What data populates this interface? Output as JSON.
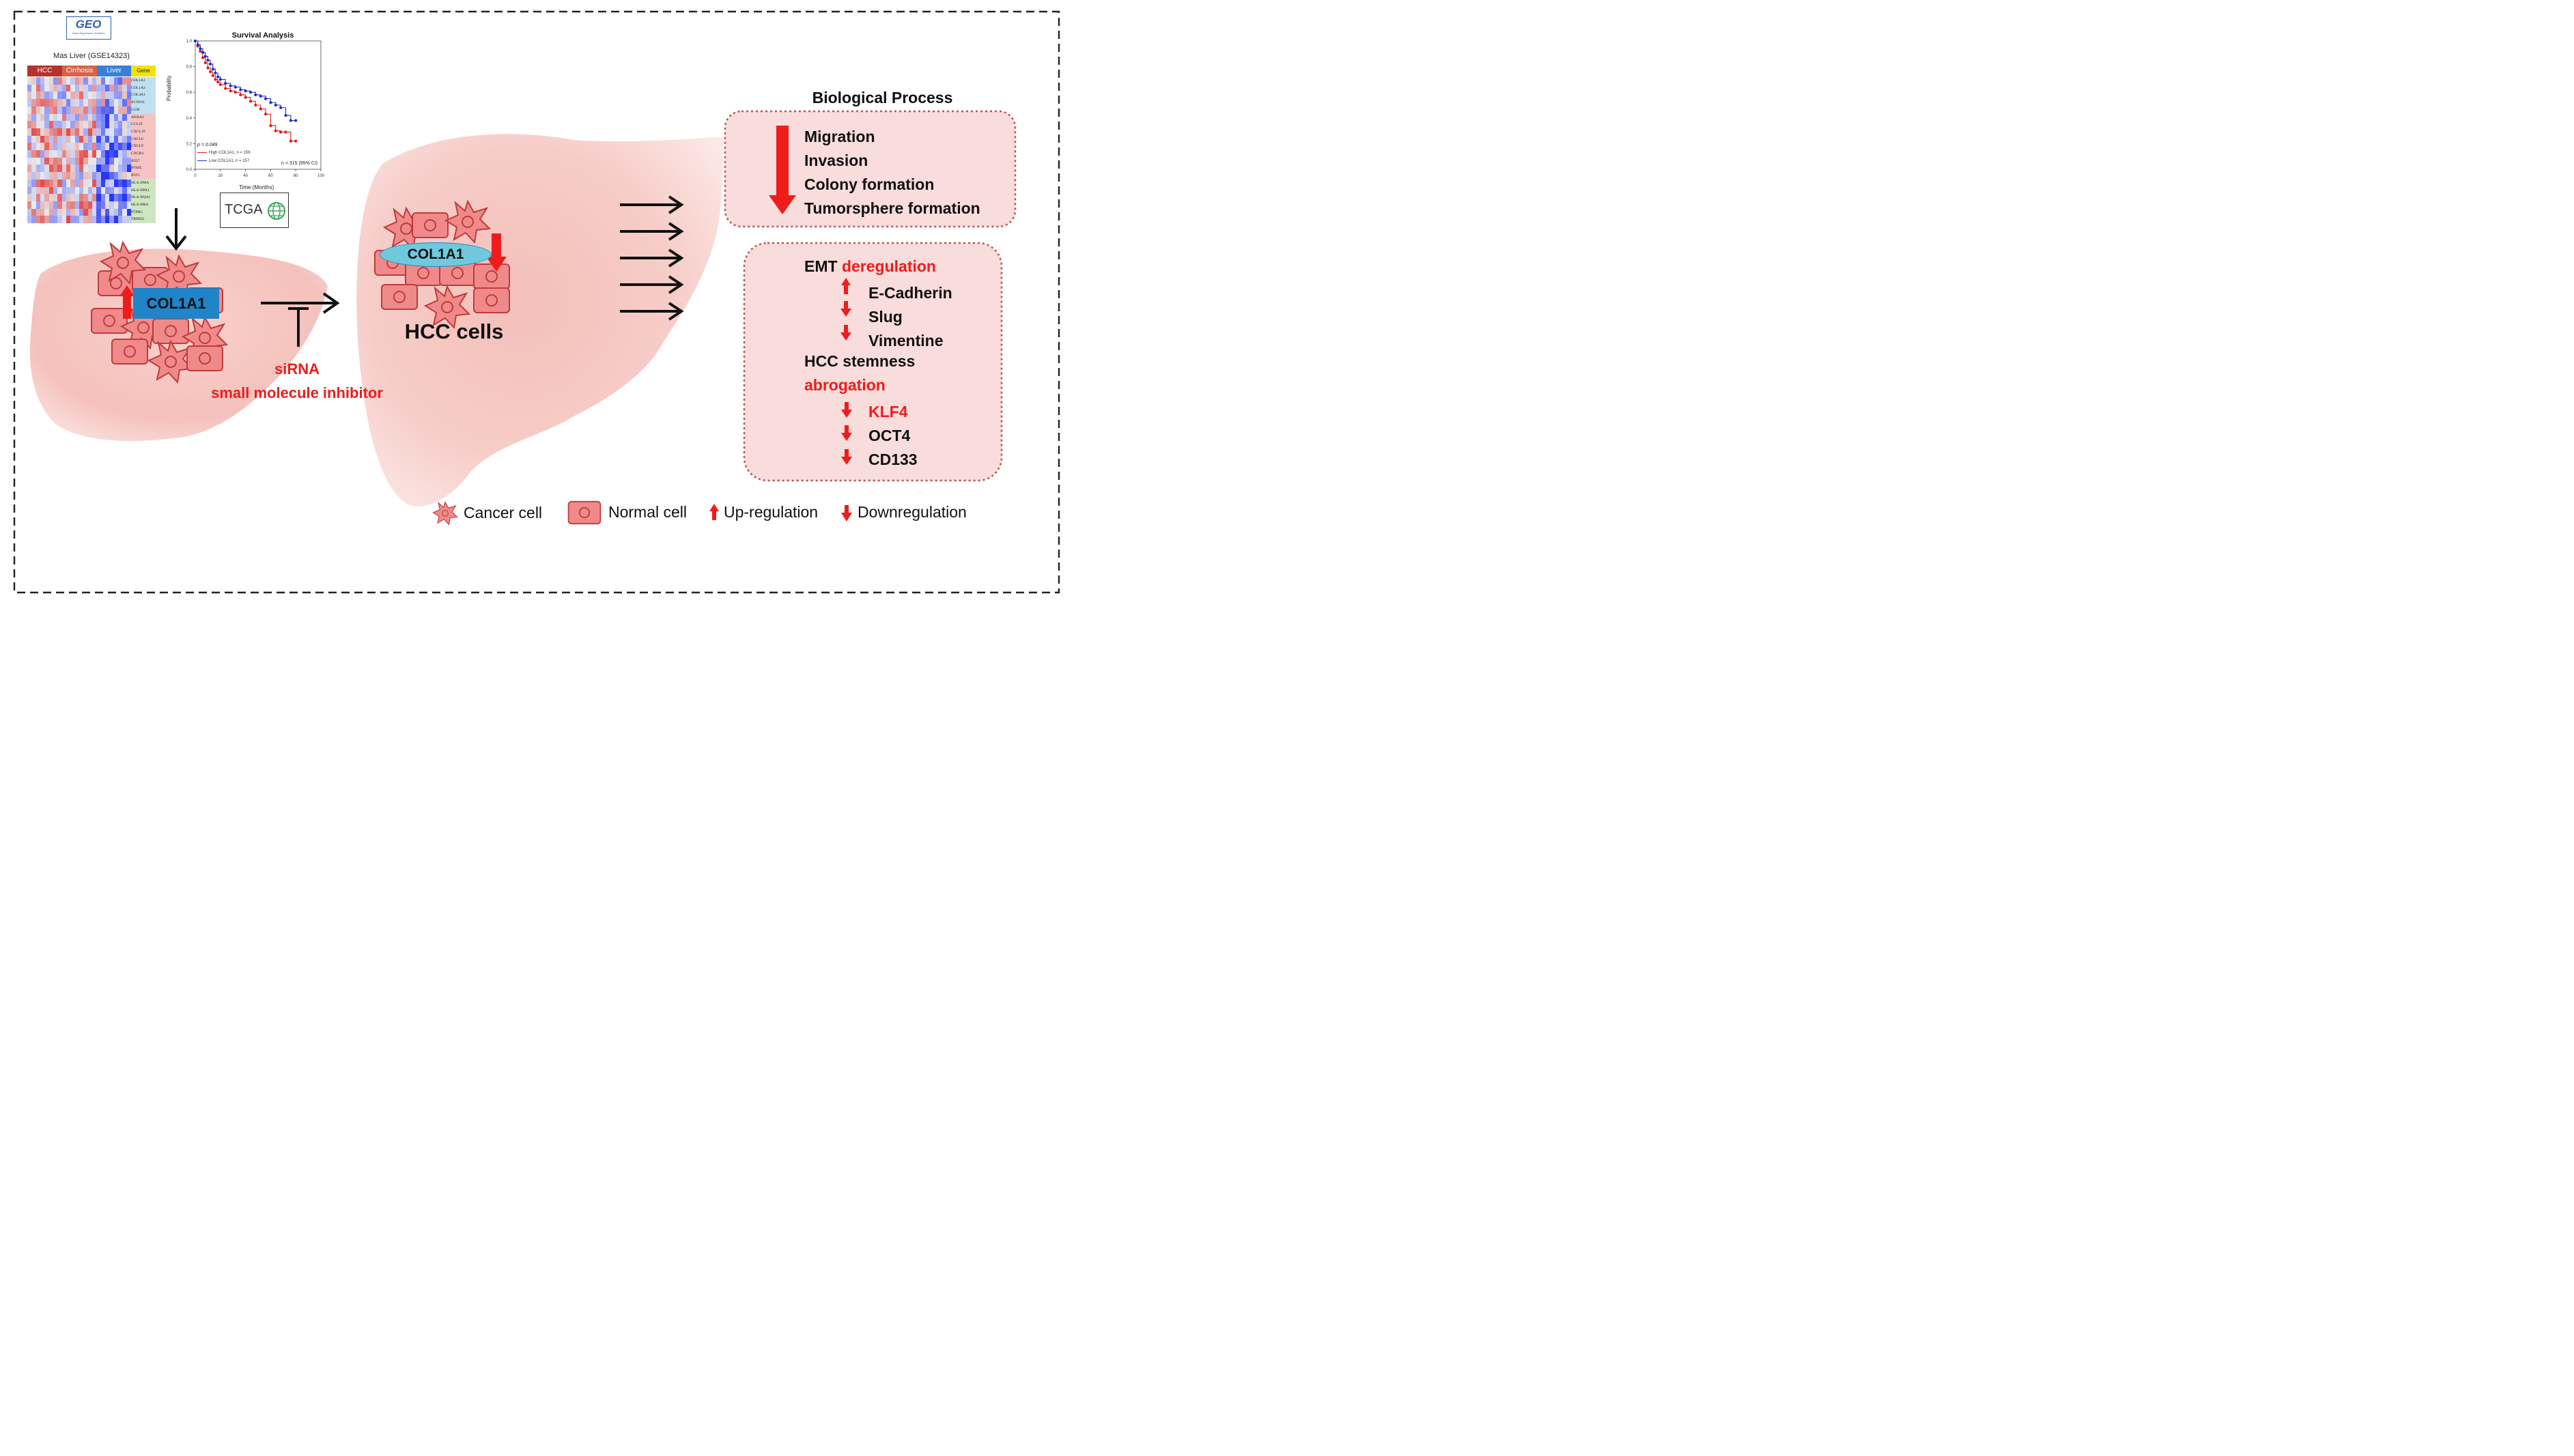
{
  "geo_logo": {
    "text": "GEO",
    "subtext": "Gene Expression Omnibus"
  },
  "heatmap": {
    "title": "Mas Liver (GSE14323)",
    "columns": [
      "HCC",
      "Cirrhosis",
      "Liver",
      "Gene"
    ],
    "genes": [
      "COL1A1",
      "COL1A2",
      "COL4A1",
      "KCNJ16",
      "LUM",
      "ANXA1",
      "CCL19",
      "CXCL10",
      "CXCL6",
      "CXCL9",
      "CXCR4",
      "IFI27",
      "IFI44L",
      "IFIT1",
      "HLA-DMA",
      "HLA-DPA1",
      "HLA-DQA1",
      "HLA-DRA",
      "PTPRC",
      "TRIM22"
    ],
    "colors": {
      "hcc": "#b5332e",
      "cirrhosis": "#d9634a",
      "liver": "#3a7fd6",
      "gene": "#f2e10d"
    }
  },
  "survival": {
    "title": "Survival Analysis",
    "ylabel": "Probability",
    "xlabel": "Time (Months)",
    "p_value": "p = 0.049",
    "legend_high": "High COL1A1, n = 158",
    "legend_low": "Low COL1A1, n = 157",
    "n_total": "n = 315 (95% CI)",
    "x_ticks": [
      "0",
      "20",
      "40",
      "60",
      "80",
      "100"
    ],
    "y_ticks": [
      "0.0",
      "0.2",
      "0.4",
      "0.6",
      "0.8",
      "1.0"
    ]
  },
  "chart_data": {
    "type": "line",
    "title": "Survival Analysis",
    "xlabel": "Time (Months)",
    "ylabel": "Probability",
    "xlim": [
      0,
      100
    ],
    "ylim": [
      0,
      1
    ],
    "series": [
      {
        "name": "High COL1A1, n = 158",
        "color": "#e01b1b",
        "x": [
          0,
          2,
          4,
          6,
          8,
          10,
          12,
          14,
          16,
          18,
          20,
          24,
          28,
          32,
          36,
          40,
          44,
          48,
          52,
          56,
          60,
          64,
          68,
          72,
          76,
          80
        ],
        "y": [
          1.0,
          0.96,
          0.92,
          0.87,
          0.83,
          0.79,
          0.76,
          0.73,
          0.7,
          0.68,
          0.66,
          0.63,
          0.61,
          0.6,
          0.58,
          0.56,
          0.53,
          0.5,
          0.47,
          0.43,
          0.34,
          0.3,
          0.29,
          0.29,
          0.22,
          0.22
        ]
      },
      {
        "name": "Low COL1A1, n = 157",
        "color": "#1f2fc9",
        "x": [
          0,
          2,
          4,
          6,
          8,
          10,
          12,
          14,
          16,
          18,
          20,
          24,
          28,
          32,
          36,
          40,
          44,
          48,
          52,
          56,
          60,
          64,
          68,
          72,
          76,
          80
        ],
        "y": [
          1.0,
          0.97,
          0.94,
          0.91,
          0.88,
          0.85,
          0.82,
          0.78,
          0.75,
          0.72,
          0.7,
          0.67,
          0.65,
          0.64,
          0.62,
          0.61,
          0.6,
          0.58,
          0.57,
          0.55,
          0.52,
          0.5,
          0.48,
          0.42,
          0.38,
          0.38
        ]
      }
    ]
  },
  "tcga_logo": {
    "text": "TCGA"
  },
  "left_panel": {
    "gene_label": "COL1A1"
  },
  "inhibitor": {
    "line1": "siRNA",
    "line2": "small molecule inhibitor"
  },
  "center_panel": {
    "gene_label": "COL1A1",
    "cells_label": "HCC cells"
  },
  "biological_process": {
    "title": "Biological Process",
    "items": [
      "Migration",
      "Invasion",
      "Colony formation",
      "Tumorsphere formation"
    ]
  },
  "emt_box": {
    "emt_label": "EMT",
    "emt_word": "deregulation",
    "emt_markers": [
      "E-Cadherin",
      "Slug",
      "Vimentine"
    ],
    "stemness_label": "HCC stemness",
    "stemness_word": "abrogation",
    "stemness_markers": [
      "KLF4",
      "OCT4",
      "CD133"
    ]
  },
  "legend": {
    "cancer_cell": "Cancer cell",
    "normal_cell": "Normal cell",
    "up": "Up-regulation",
    "down": "Downregulation"
  },
  "colors": {
    "red": "#ee1c1c",
    "cell_fill": "#f08a8a",
    "cell_stroke": "#c03a3a",
    "label_blue": "#1f84c8",
    "label_cyan": "#6fc9dd",
    "box_fill": "#f8dcdc",
    "box_border": "#c0504d"
  }
}
